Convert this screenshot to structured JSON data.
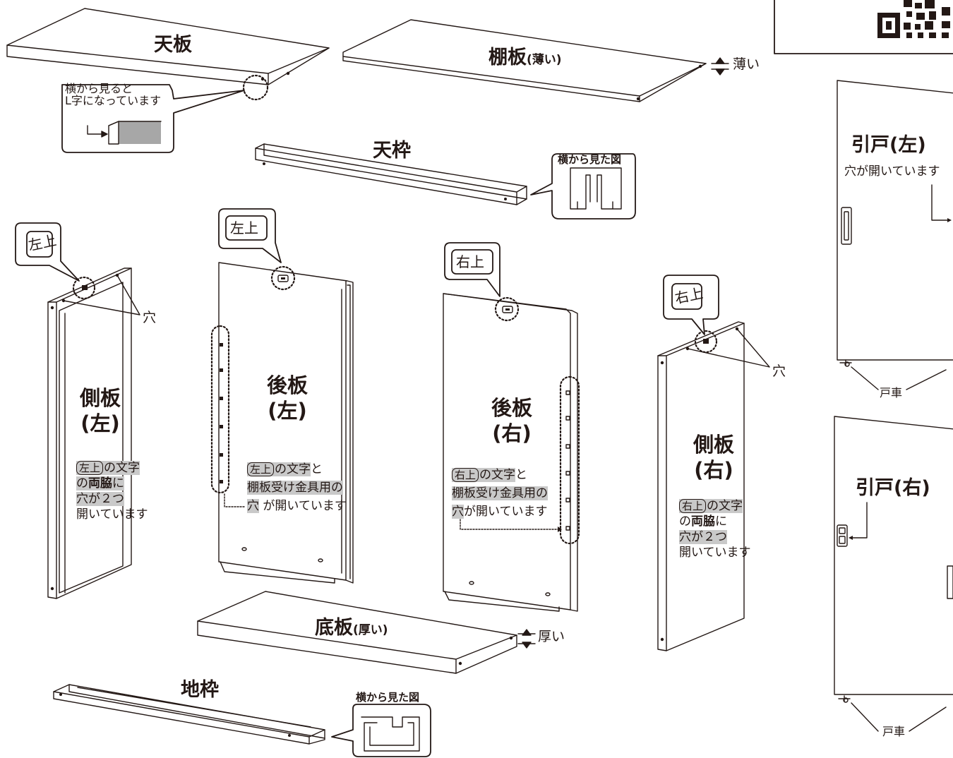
{
  "parts": {
    "tenban": {
      "title": "天板",
      "note_line1": "横から見ると",
      "note_line2": "L字になっています"
    },
    "tanaita": {
      "title": "棚板",
      "qual": "(薄い)",
      "thickness": "薄い"
    },
    "tenwaku": {
      "title": "天枠",
      "side_caption": "横から見た図"
    },
    "sokuban_left": {
      "title_line1": "側板",
      "title_line2": "(左)",
      "stamp_top": "左上",
      "hole": "穴",
      "desc_stamp": "左上",
      "desc_1": "の文字",
      "desc_2a": "の",
      "desc_2b": "両脇",
      "desc_2c": "に",
      "desc_3": "穴が２つ",
      "desc_4": "開いています"
    },
    "kouban_left": {
      "title_line1": "後板",
      "title_line2": "(左)",
      "stamp_top": "左上",
      "desc_stamp": "左上",
      "desc_1a": "の文字",
      "desc_1b": "と",
      "desc_2": "棚板受け金具用の",
      "desc_3a": "穴",
      "desc_3b": "が開いています"
    },
    "kouban_right": {
      "title_line1": "後板",
      "title_line2": "(右)",
      "stamp_top": "右上",
      "desc_stamp": "右上",
      "desc_1a": "の文字",
      "desc_1b": "と",
      "desc_2": "棚板受け金具用の",
      "desc_3a": "穴",
      "desc_3b": "が開いています"
    },
    "sokuban_right": {
      "title_line1": "側板",
      "title_line2": "(右)",
      "stamp_top": "右上",
      "hole": "穴",
      "desc_stamp": "右上",
      "desc_1": "の文字",
      "desc_2a": "の",
      "desc_2b": "両脇",
      "desc_2c": "に",
      "desc_3": "穴が２つ",
      "desc_4": "開いています"
    },
    "soko": {
      "title": "底板",
      "qual": "(厚い)",
      "thickness": "厚い"
    },
    "jiwaku": {
      "title": "地枠",
      "side_caption": "横から見た図"
    },
    "hikido_left": {
      "title": "引戸(左)",
      "note": "穴が開いています",
      "wheel": "戸車"
    },
    "hikido_right": {
      "title": "引戸(右)",
      "wheel": "戸車"
    }
  }
}
